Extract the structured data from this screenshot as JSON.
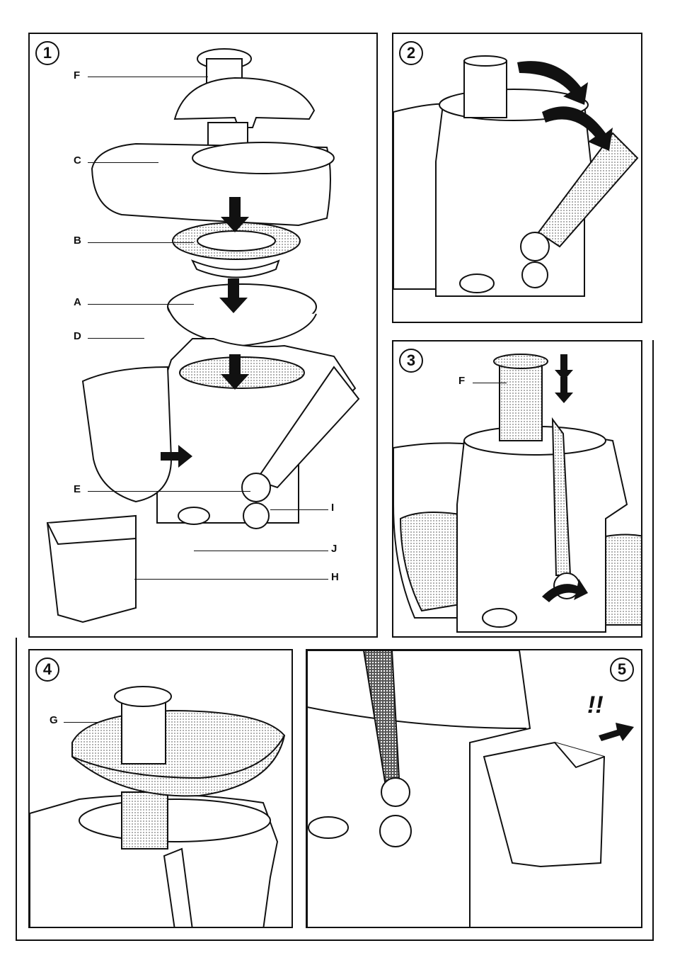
{
  "panels": {
    "p1": {
      "number": "1",
      "labels": {
        "F": "F",
        "C": "C",
        "B": "B",
        "A": "A",
        "D": "D",
        "E": "E",
        "I": "I",
        "J": "J",
        "H": "H"
      }
    },
    "p2": {
      "number": "2"
    },
    "p3": {
      "number": "3",
      "labels": {
        "F": "F"
      }
    },
    "p4": {
      "number": "4",
      "labels": {
        "G": "G"
      }
    },
    "p5": {
      "number": "5",
      "mark": "!!"
    }
  },
  "icons": [
    "arrow-down-icon",
    "arrow-right-icon",
    "rotate-arrow-icon"
  ],
  "colors": {
    "ink": "#111111",
    "paper": "#ffffff",
    "stipple": "#9a9a9a"
  }
}
